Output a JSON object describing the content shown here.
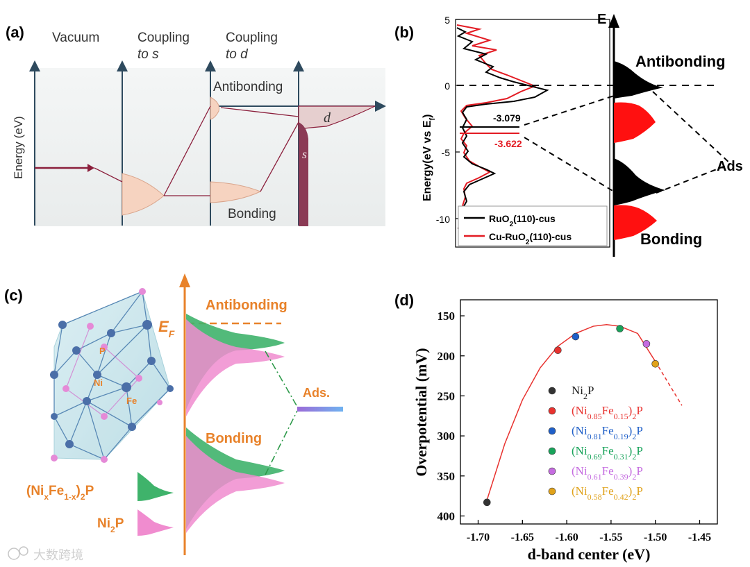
{
  "panel_a": {
    "tag": "(a)",
    "col1": "Vacuum",
    "col2_l1": "Coupling",
    "col2_l2": "to s",
    "col3_l1": "Coupling",
    "col3_l2": "to d",
    "ylabel": "Energy (eV)",
    "antibonding": "Antibonding",
    "bonding": "Bonding",
    "d_label": "d",
    "s_label": "s"
  },
  "panel_b": {
    "tag": "(b)",
    "ylabel": "Energy(eV vs E",
    "ylabel_sub": "f",
    "ylabel_close": ")",
    "ticks": [
      "5",
      "0",
      "-5",
      "-10"
    ],
    "val_black": "-3.079",
    "val_red": "-3.622",
    "legend_black": "RuO",
    "legend_black_sub": "2",
    "legend_black_rest": "(110)-cus",
    "legend_red": "Cu-RuO",
    "legend_red_sub": "2",
    "legend_red_rest": "(110)-cus",
    "E": "E",
    "antibonding": "Antibonding",
    "bonding": "Bonding",
    "ads": "Ads",
    "colors": {
      "black": "#000000",
      "red": "#e31b23"
    }
  },
  "panel_c": {
    "tag": "(c)",
    "ef": "E",
    "ef_sub": "F",
    "antibonding": "Antibonding",
    "bonding": "Bonding",
    "ads": "Ads.",
    "atom_p": "P",
    "atom_ni": "Ni",
    "atom_fe": "Fe",
    "lbl_nife_a": "(Ni",
    "lbl_nife_x": "x",
    "lbl_nife_b": "Fe",
    "lbl_nife_1x": "1-x",
    "lbl_nife_c": ")",
    "lbl_nife_2": "2",
    "lbl_nife_p": "P",
    "lbl_ni2p_a": "Ni",
    "lbl_ni2p_2": "2",
    "lbl_ni2p_p": "P",
    "colors": {
      "orange": "#e8822a",
      "green": "#3fb36b",
      "pink": "#f08ccf"
    }
  },
  "panel_d": {
    "tag": "(d)",
    "watermark": "大数跨境",
    "chart_data": {
      "type": "scatter",
      "xlabel": "d-band center (eV)",
      "ylabel": "Overpotential (mV)",
      "xlim": [
        -1.72,
        -1.43
      ],
      "ylim": [
        130,
        410
      ],
      "y_inverted": true,
      "x_ticks": [
        "-1.70",
        "-1.65",
        "-1.60",
        "-1.55",
        "-1.50",
        "-1.45"
      ],
      "y_ticks": [
        "150",
        "200",
        "250",
        "300",
        "350",
        "400"
      ],
      "legend_placement": "center",
      "series": [
        {
          "name": "Ni2P",
          "label_a": "Ni",
          "label_sub": "2",
          "label_b": "P",
          "x": -1.69,
          "y": 383,
          "color": "#333333"
        },
        {
          "name": "(Ni0.85Fe0.15)2P",
          "label_a": "(Ni",
          "s1": "0.85",
          "label_b": "Fe",
          "s2": "0.15",
          "label_c": ")",
          "s3": "2",
          "label_d": "P",
          "x": -1.61,
          "y": 193,
          "color": "#e8322f"
        },
        {
          "name": "(Ni0.81Fe0.19)2P",
          "label_a": "(Ni",
          "s1": "0.81",
          "label_b": "Fe",
          "s2": "0.19",
          "label_c": ")",
          "s3": "2",
          "label_d": "P",
          "x": -1.59,
          "y": 176,
          "color": "#1f5fc8"
        },
        {
          "name": "(Ni0.69Fe0.31)2P",
          "label_a": "(Ni",
          "s1": "0.69",
          "label_b": "Fe",
          "s2": "0.31",
          "label_c": ")",
          "s3": "2",
          "label_d": "P",
          "x": -1.54,
          "y": 166,
          "color": "#18a35a"
        },
        {
          "name": "(Ni0.61Fe0.39)2P",
          "label_a": "(Ni",
          "s1": "0.61",
          "label_b": "Fe",
          "s2": "0.39",
          "label_c": ")",
          "s3": "2",
          "label_d": "P",
          "x": -1.51,
          "y": 185,
          "color": "#c56be0"
        },
        {
          "name": "(Ni0.58Fe0.42)2P",
          "label_a": "(Ni",
          "s1": "0.58",
          "label_b": "Fe",
          "s2": "0.42",
          "label_c": ")",
          "s3": "2",
          "label_d": "P",
          "x": -1.5,
          "y": 210,
          "color": "#e0a21a"
        }
      ],
      "fit_curve": {
        "x": [
          -1.69,
          -1.67,
          -1.65,
          -1.63,
          -1.61,
          -1.59,
          -1.57,
          -1.555,
          -1.54,
          -1.52,
          -1.5,
          -1.47
        ],
        "y": [
          380,
          310,
          255,
          215,
          188,
          172,
          163,
          161,
          163,
          172,
          207,
          262
        ]
      }
    }
  }
}
